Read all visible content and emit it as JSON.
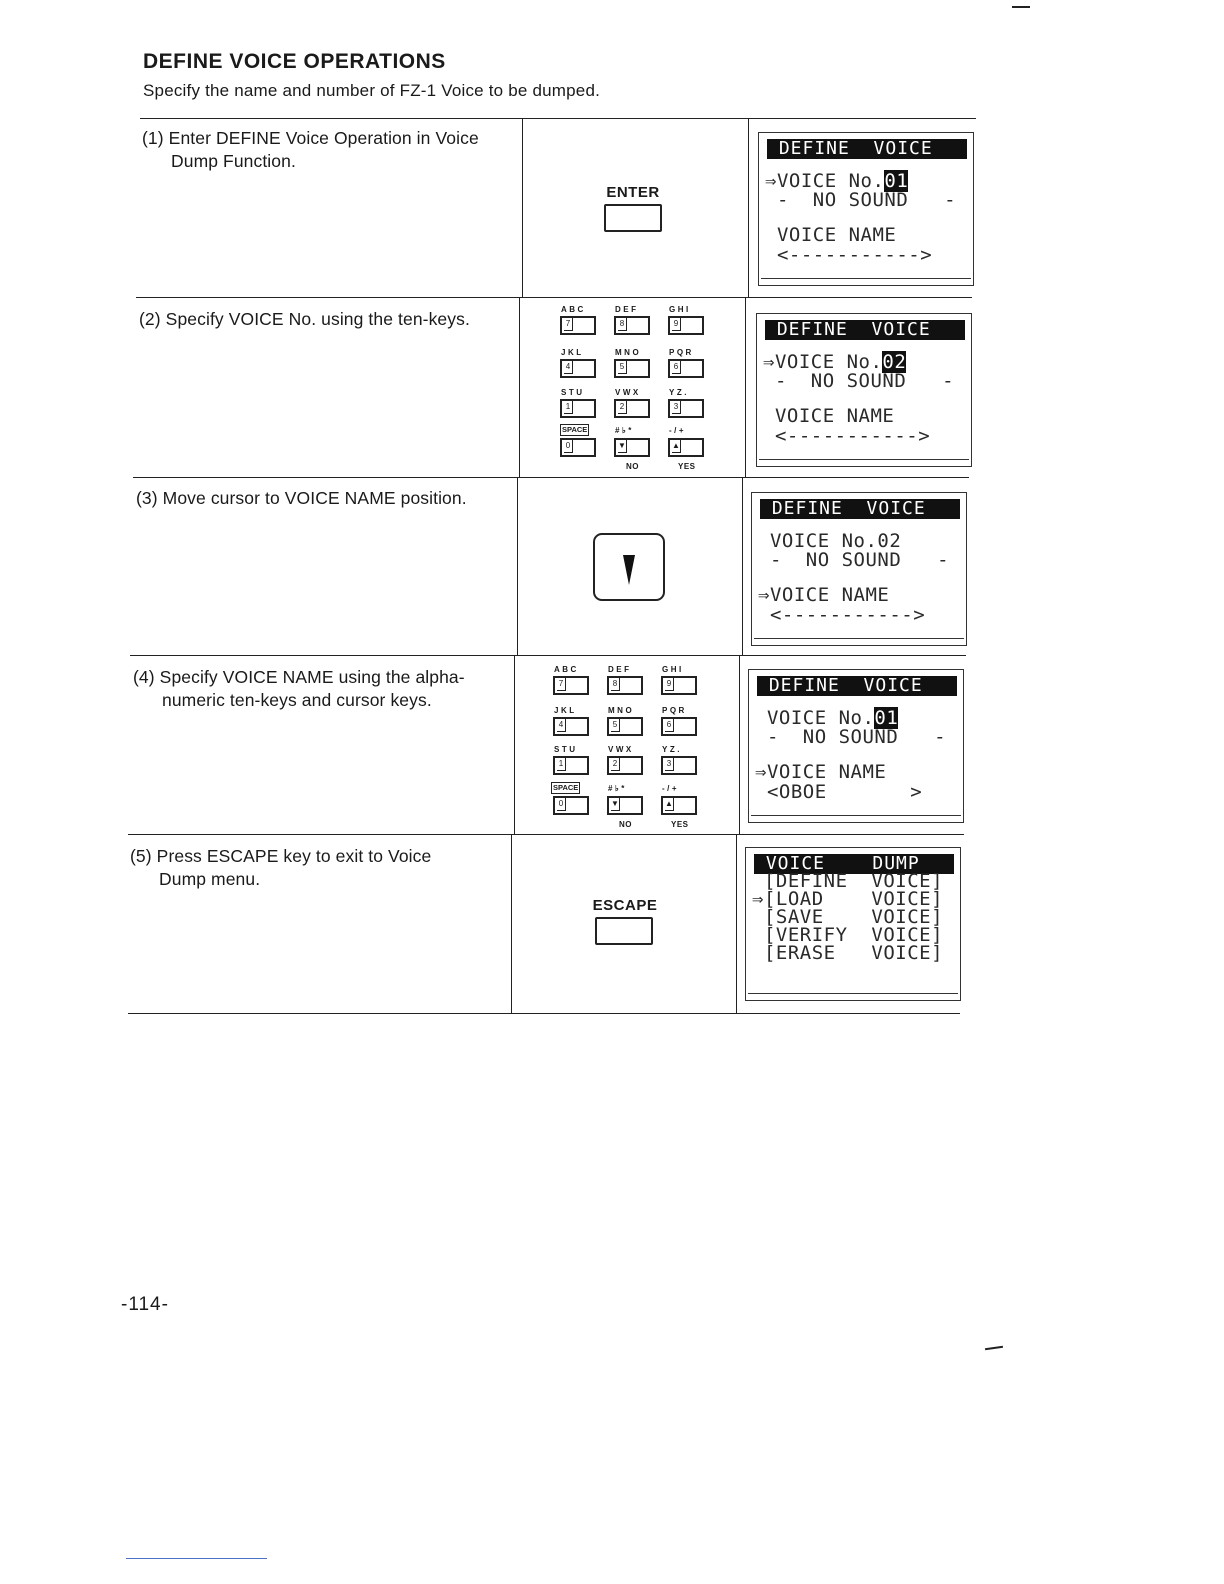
{
  "page": {
    "heading": "DEFINE VOICE OPERATIONS",
    "subtitle": "Specify the name and number of FZ-1 Voice to be dumped.",
    "page_number": "-114-"
  },
  "steps": [
    {
      "num": "(1)",
      "line1": "Enter DEFINE Voice Operation in Voice",
      "line2": "Dump Function.",
      "key": "ENTER"
    },
    {
      "num": "(2)",
      "line1": "Specify VOICE No. using the ten-keys.",
      "line2": ""
    },
    {
      "num": "(3)",
      "line1": "Move cursor to VOICE NAME position.",
      "line2": ""
    },
    {
      "num": "(4)",
      "line1": "Specify VOICE NAME using the alpha-",
      "line2": "numeric ten-keys and cursor keys."
    },
    {
      "num": "(5)",
      "line1": "Press ESCAPE key to exit to Voice",
      "line2": "Dump menu.",
      "key": "ESCAPE"
    }
  ],
  "keypad": {
    "row_labels": [
      "ABC",
      "DEF",
      "GHI",
      "JKL",
      "MNO",
      "PQR",
      "STU",
      "VWX",
      "YZ.",
      "SPACE",
      "#♭*",
      "-/+"
    ],
    "keys": [
      "7",
      "8",
      "9",
      "4",
      "5",
      "6",
      "1",
      "2",
      "3",
      "0",
      "▼",
      "▲"
    ],
    "no_label": "NO",
    "yes_label": "YES"
  },
  "lcds": [
    {
      "title": " DEFINE  VOICE",
      "lines": [
        {
          "pre": "⇒VOICE No.",
          "hl": "01",
          "post": ""
        },
        {
          "pre": " -  NO SOUND   -",
          "hl": "",
          "post": ""
        },
        {
          "pre": " VOICE NAME",
          "hl": "",
          "post": ""
        },
        {
          "pre": " <----------->",
          "hl": "",
          "post": ""
        }
      ]
    },
    {
      "title": " DEFINE  VOICE",
      "lines": [
        {
          "pre": "⇒VOICE No.",
          "hl": "02",
          "post": ""
        },
        {
          "pre": " -  NO SOUND   -",
          "hl": "",
          "post": ""
        },
        {
          "pre": " VOICE NAME",
          "hl": "",
          "post": ""
        },
        {
          "pre": " <----------->",
          "hl": "",
          "post": ""
        }
      ]
    },
    {
      "title": " DEFINE  VOICE",
      "lines": [
        {
          "pre": " VOICE No.02",
          "hl": "",
          "post": ""
        },
        {
          "pre": " -  NO SOUND   -",
          "hl": "",
          "post": ""
        },
        {
          "pre": "⇒VOICE NAME",
          "hl": "",
          "post": ""
        },
        {
          "pre": " <----------->",
          "hl": "",
          "post": ""
        }
      ]
    },
    {
      "title": " DEFINE  VOICE",
      "lines": [
        {
          "pre": " VOICE No.",
          "hl": "01",
          "post": ""
        },
        {
          "pre": " -  NO SOUND   -",
          "hl": "",
          "post": ""
        },
        {
          "pre": "⇒VOICE NAME",
          "hl": "",
          "post": ""
        },
        {
          "pre": " <OBOE       >",
          "hl": "",
          "post": ""
        }
      ]
    },
    {
      "title": " VOICE    DUMP",
      "lines": [
        {
          "pre": " [DEFINE  VOICE]",
          "hl": "",
          "post": ""
        },
        {
          "pre": "⇒[LOAD    VOICE]",
          "hl": "",
          "post": ""
        },
        {
          "pre": " [SAVE    VOICE]",
          "hl": "",
          "post": ""
        },
        {
          "pre": " [VERIFY  VOICE]",
          "hl": "",
          "post": ""
        },
        {
          "pre": " [ERASE   VOICE]",
          "hl": "",
          "post": ""
        }
      ]
    }
  ]
}
